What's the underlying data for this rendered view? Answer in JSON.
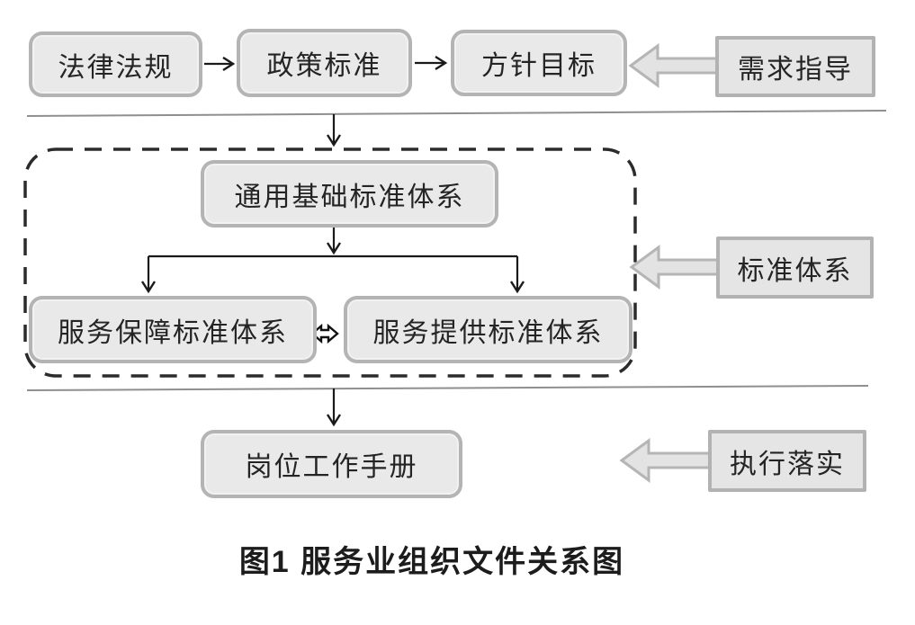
{
  "diagram": {
    "caption": "图1  服务业组织文件关系图",
    "nodes": {
      "laws": "法律法规",
      "policy": "政策标准",
      "goals": "方针目标",
      "general": "通用基础标准体系",
      "support": "服务保障标准体系",
      "provide": "服务提供标准体系",
      "manual": "岗位工作手册"
    },
    "labels": {
      "demand": "需求指导",
      "system": "标准体系",
      "implement": "执行落实"
    },
    "colors": {
      "node_fill": "#e9e9e9",
      "node_border": "#b4b4b4",
      "label_fill": "#e5e5e5",
      "label_border": "#b2b2b2",
      "block_arrow_fill": "#e3e3e3",
      "block_arrow_border": "#b5b5b5",
      "connector": "#1a1a1a",
      "separator": "#8f8f8f",
      "dashed_border": "#2b2b2b"
    }
  }
}
